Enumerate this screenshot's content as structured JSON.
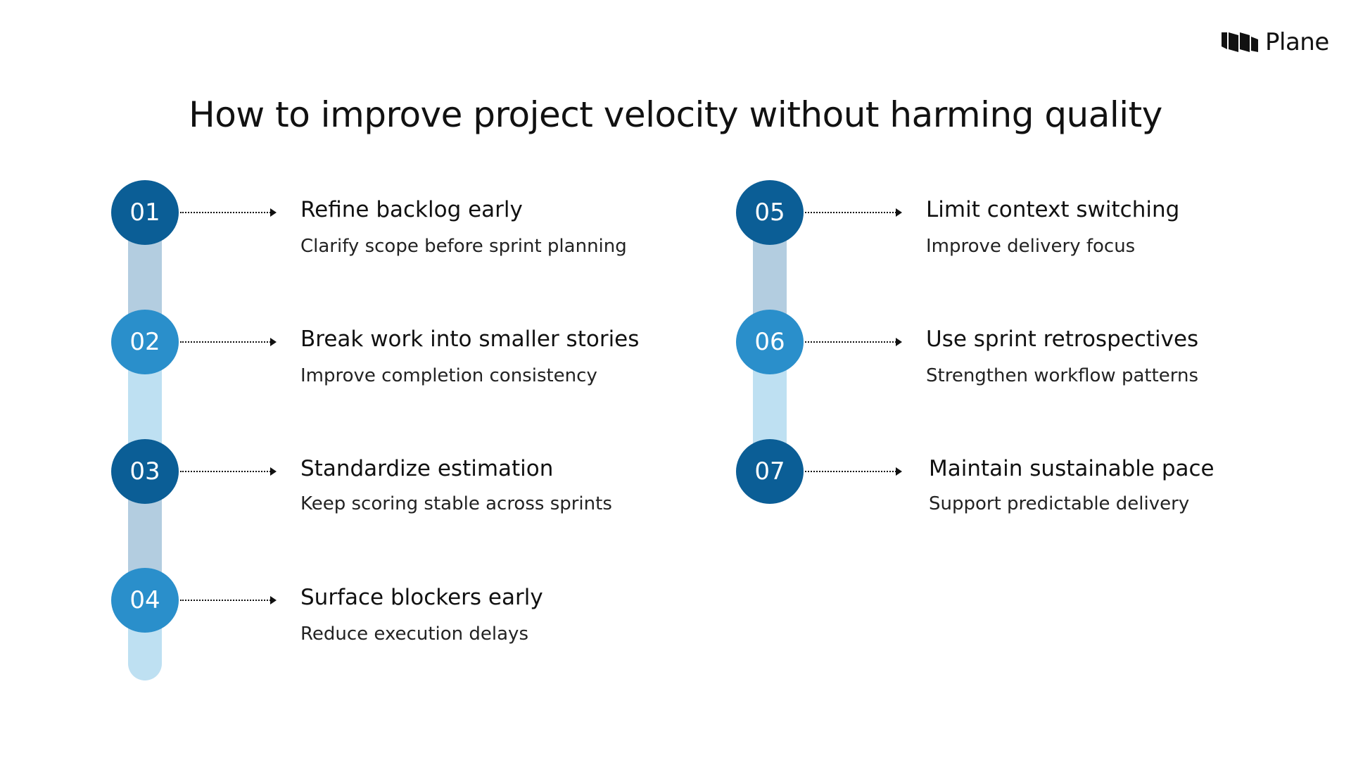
{
  "brand": {
    "name": "Plane",
    "logo_icon": "plane-logo-icon"
  },
  "title": "How to improve project velocity without harming quality",
  "colors": {
    "dark": "#0B5E96",
    "medium": "#2A8FCB",
    "track_dark": "#B3CDE0",
    "track_light": "#BEE0F2"
  },
  "steps": [
    {
      "number": "01",
      "title": "Refine backlog early",
      "subtitle": "Clarify scope before sprint planning"
    },
    {
      "number": "02",
      "title": "Break work into smaller stories",
      "subtitle": "Improve completion consistency"
    },
    {
      "number": "03",
      "title": "Standardize estimation",
      "subtitle": "Keep scoring stable across sprints"
    },
    {
      "number": "04",
      "title": "Surface blockers early",
      "subtitle": "Reduce execution delays"
    },
    {
      "number": "05",
      "title": "Limit context switching",
      "subtitle": "Improve delivery focus"
    },
    {
      "number": "06",
      "title": "Use sprint retrospectives",
      "subtitle": "Strengthen workflow patterns"
    },
    {
      "number": "07",
      "title": "Maintain sustainable pace",
      "subtitle": "Support predictable delivery"
    }
  ]
}
